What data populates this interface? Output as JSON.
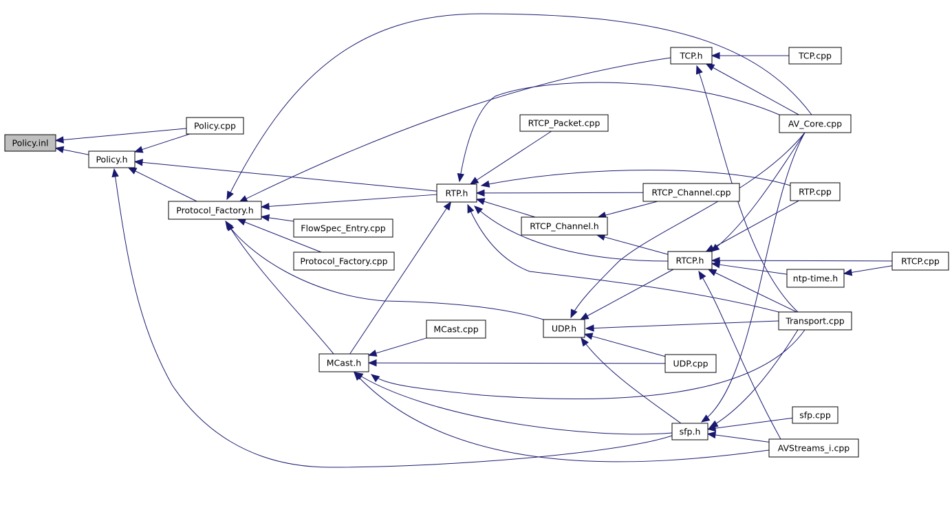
{
  "graph": {
    "nodes": [
      {
        "id": "policy_inl",
        "label": "Policy.inl",
        "root": true
      },
      {
        "id": "policy_cpp",
        "label": "Policy.cpp"
      },
      {
        "id": "policy_h",
        "label": "Policy.h"
      },
      {
        "id": "protocol_factory_h",
        "label": "Protocol_Factory.h"
      },
      {
        "id": "flowspec_entry_cpp",
        "label": "FlowSpec_Entry.cpp"
      },
      {
        "id": "protocol_factory_cpp",
        "label": "Protocol_Factory.cpp"
      },
      {
        "id": "rtp_h",
        "label": "RTP.h"
      },
      {
        "id": "rtcp_packet_cpp",
        "label": "RTCP_Packet.cpp"
      },
      {
        "id": "rtcp_channel_cpp",
        "label": "RTCP_Channel.cpp"
      },
      {
        "id": "rtcp_channel_h",
        "label": "RTCP_Channel.h"
      },
      {
        "id": "tcp_h",
        "label": "TCP.h"
      },
      {
        "id": "tcp_cpp",
        "label": "TCP.cpp"
      },
      {
        "id": "av_core_cpp",
        "label": "AV_Core.cpp"
      },
      {
        "id": "rtp_cpp",
        "label": "RTP.cpp"
      },
      {
        "id": "rtcp_h",
        "label": "RTCP.h"
      },
      {
        "id": "rtcp_cpp",
        "label": "RTCP.cpp"
      },
      {
        "id": "ntp_time_h",
        "label": "ntp-time.h"
      },
      {
        "id": "transport_cpp",
        "label": "Transport.cpp"
      },
      {
        "id": "udp_h",
        "label": "UDP.h"
      },
      {
        "id": "udp_cpp",
        "label": "UDP.cpp"
      },
      {
        "id": "mcast_cpp",
        "label": "MCast.cpp"
      },
      {
        "id": "mcast_h",
        "label": "MCast.h"
      },
      {
        "id": "sfp_h",
        "label": "sfp.h"
      },
      {
        "id": "sfp_cpp",
        "label": "sfp.cpp"
      },
      {
        "id": "avstreams_i_cpp",
        "label": "AVStreams_i.cpp"
      }
    ],
    "edges": [
      {
        "from": "policy_cpp",
        "to": "policy_inl"
      },
      {
        "from": "policy_h",
        "to": "policy_inl"
      },
      {
        "from": "policy_cpp",
        "to": "policy_h"
      },
      {
        "from": "protocol_factory_h",
        "to": "policy_h"
      },
      {
        "from": "rtp_h",
        "to": "policy_h"
      },
      {
        "from": "sfp_h",
        "to": "policy_h"
      },
      {
        "from": "rtp_h",
        "to": "protocol_factory_h"
      },
      {
        "from": "flowspec_entry_cpp",
        "to": "protocol_factory_h"
      },
      {
        "from": "protocol_factory_cpp",
        "to": "protocol_factory_h"
      },
      {
        "from": "tcp_h",
        "to": "protocol_factory_h"
      },
      {
        "from": "av_core_cpp",
        "to": "protocol_factory_h"
      },
      {
        "from": "udp_h",
        "to": "protocol_factory_h"
      },
      {
        "from": "mcast_h",
        "to": "protocol_factory_h"
      },
      {
        "from": "tcp_cpp",
        "to": "tcp_h"
      },
      {
        "from": "av_core_cpp",
        "to": "tcp_h"
      },
      {
        "from": "transport_cpp",
        "to": "tcp_h"
      },
      {
        "from": "rtcp_packet_cpp",
        "to": "rtp_h"
      },
      {
        "from": "av_core_cpp",
        "to": "rtp_h"
      },
      {
        "from": "rtp_cpp",
        "to": "rtp_h"
      },
      {
        "from": "rtcp_channel_cpp",
        "to": "rtp_h"
      },
      {
        "from": "rtcp_channel_h",
        "to": "rtp_h"
      },
      {
        "from": "rtcp_h",
        "to": "rtp_h"
      },
      {
        "from": "transport_cpp",
        "to": "rtp_h"
      },
      {
        "from": "mcast_h",
        "to": "rtp_h"
      },
      {
        "from": "rtcp_channel_cpp",
        "to": "rtcp_channel_h"
      },
      {
        "from": "rtcp_h",
        "to": "rtcp_channel_h"
      },
      {
        "from": "av_core_cpp",
        "to": "rtcp_h"
      },
      {
        "from": "rtp_cpp",
        "to": "rtcp_h"
      },
      {
        "from": "rtcp_cpp",
        "to": "rtcp_h"
      },
      {
        "from": "ntp_time_h",
        "to": "rtcp_h"
      },
      {
        "from": "transport_cpp",
        "to": "rtcp_h"
      },
      {
        "from": "avstreams_i_cpp",
        "to": "rtcp_h"
      },
      {
        "from": "rtcp_cpp",
        "to": "ntp_time_h"
      },
      {
        "from": "rtcp_h",
        "to": "udp_h"
      },
      {
        "from": "transport_cpp",
        "to": "udp_h"
      },
      {
        "from": "udp_cpp",
        "to": "udp_h"
      },
      {
        "from": "av_core_cpp",
        "to": "udp_h"
      },
      {
        "from": "sfp_h",
        "to": "udp_h"
      },
      {
        "from": "mcast_cpp",
        "to": "mcast_h"
      },
      {
        "from": "udp_cpp",
        "to": "mcast_h"
      },
      {
        "from": "transport_cpp",
        "to": "mcast_h"
      },
      {
        "from": "sfp_h",
        "to": "mcast_h"
      },
      {
        "from": "avstreams_i_cpp",
        "to": "mcast_h"
      },
      {
        "from": "sfp_cpp",
        "to": "sfp_h"
      },
      {
        "from": "avstreams_i_cpp",
        "to": "sfp_h"
      },
      {
        "from": "transport_cpp",
        "to": "sfp_h"
      },
      {
        "from": "av_core_cpp",
        "to": "sfp_h"
      }
    ]
  }
}
